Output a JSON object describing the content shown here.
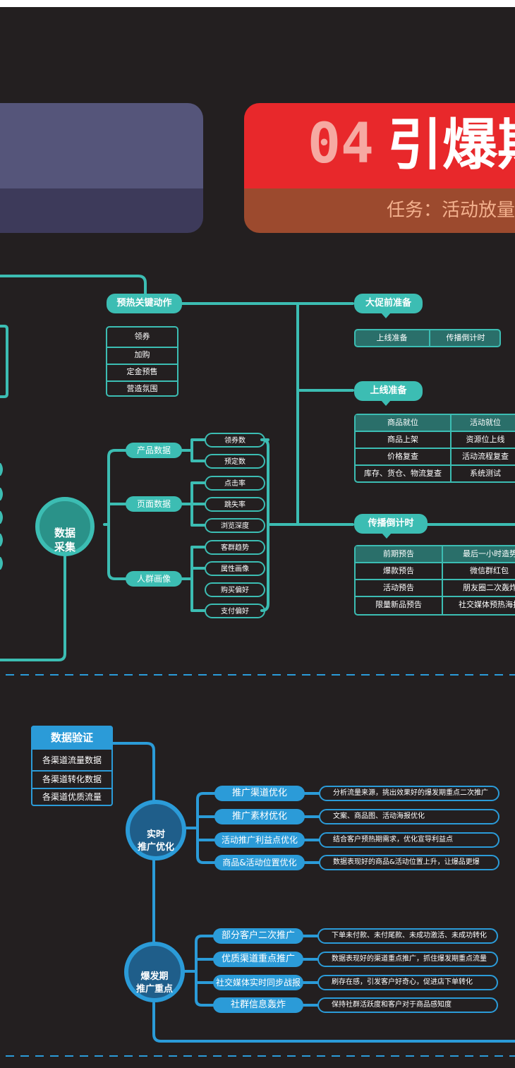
{
  "header": {
    "number": "04",
    "title": "引爆期",
    "subtitle": "任务：活动放量"
  },
  "preheat": {
    "title": "预热关键动作",
    "items": [
      "领券",
      "加购",
      "定金预售",
      "营造氛围"
    ]
  },
  "data_collection": {
    "title": "数据\n采集",
    "groups": [
      {
        "label": "产品数据",
        "leaves": [
          "领券数",
          "预定数"
        ]
      },
      {
        "label": "页面数据",
        "leaves": [
          "点击率",
          "跳失率",
          "浏览深度"
        ]
      },
      {
        "label": "人群画像",
        "leaves": [
          "客群趋势",
          "属性画像",
          "购买偏好",
          "支付偏好"
        ]
      }
    ]
  },
  "pre_promo": {
    "title": "大促前准备",
    "cells": [
      "上线准备",
      "传播倒计时"
    ]
  },
  "online_prep": {
    "title": "上线准备",
    "rows": [
      [
        "商品就位",
        "活动就位"
      ],
      [
        "商品上架",
        "资源位上线"
      ],
      [
        "价格复查",
        "活动流程复查"
      ],
      [
        "库存、货仓、物流复查",
        "系统测试"
      ]
    ]
  },
  "countdown": {
    "title": "传播倒计时",
    "rows": [
      [
        "前期预告",
        "最后一小时造势"
      ],
      [
        "爆款预告",
        "微信群红包"
      ],
      [
        "活动预告",
        "朋友圈二次轰炸"
      ],
      [
        "限量新品预告",
        "社交媒体预热海报"
      ]
    ]
  },
  "verification": {
    "title": "数据验证",
    "items": [
      "各渠道流量数据",
      "各渠道转化数据",
      "各渠道优质流量"
    ]
  },
  "realtime": {
    "title": "实时\n推广优化",
    "items": [
      {
        "label": "推广渠道优化",
        "desc": "分析流量来源，挑出效果好的爆发期重点二次推广"
      },
      {
        "label": "推广素材优化",
        "desc": "文案、商品图、活动海报优化"
      },
      {
        "label": "活动推广利益点优化",
        "desc": "结合客户预热期需求，优化宣导利益点"
      },
      {
        "label": "商品&活动位置优化",
        "desc": "数据表现好的商品&活动位置上升，让爆品更爆"
      }
    ]
  },
  "burst": {
    "title": "爆发期\n推广重点",
    "items": [
      {
        "label": "部分客户二次推广",
        "desc": "下单未付款、未付尾款、未成功激活、未成功转化"
      },
      {
        "label": "优质渠道重点推广",
        "desc": "数据表现好的渠道重点推广，抓住爆发期重点流量"
      },
      {
        "label": "社交媒体实时同步战报",
        "desc": "刷存在感，引发客户好奇心，促进店下单转化"
      },
      {
        "label": "社群信息轰炸",
        "desc": "保持社群活跃度和客户对于商品感知度"
      }
    ]
  },
  "colors": {
    "background": "#231f20",
    "teal": "#3cbdb3",
    "blue": "#2b9bd8",
    "red": "#e8282b",
    "purple": "#55557a"
  }
}
